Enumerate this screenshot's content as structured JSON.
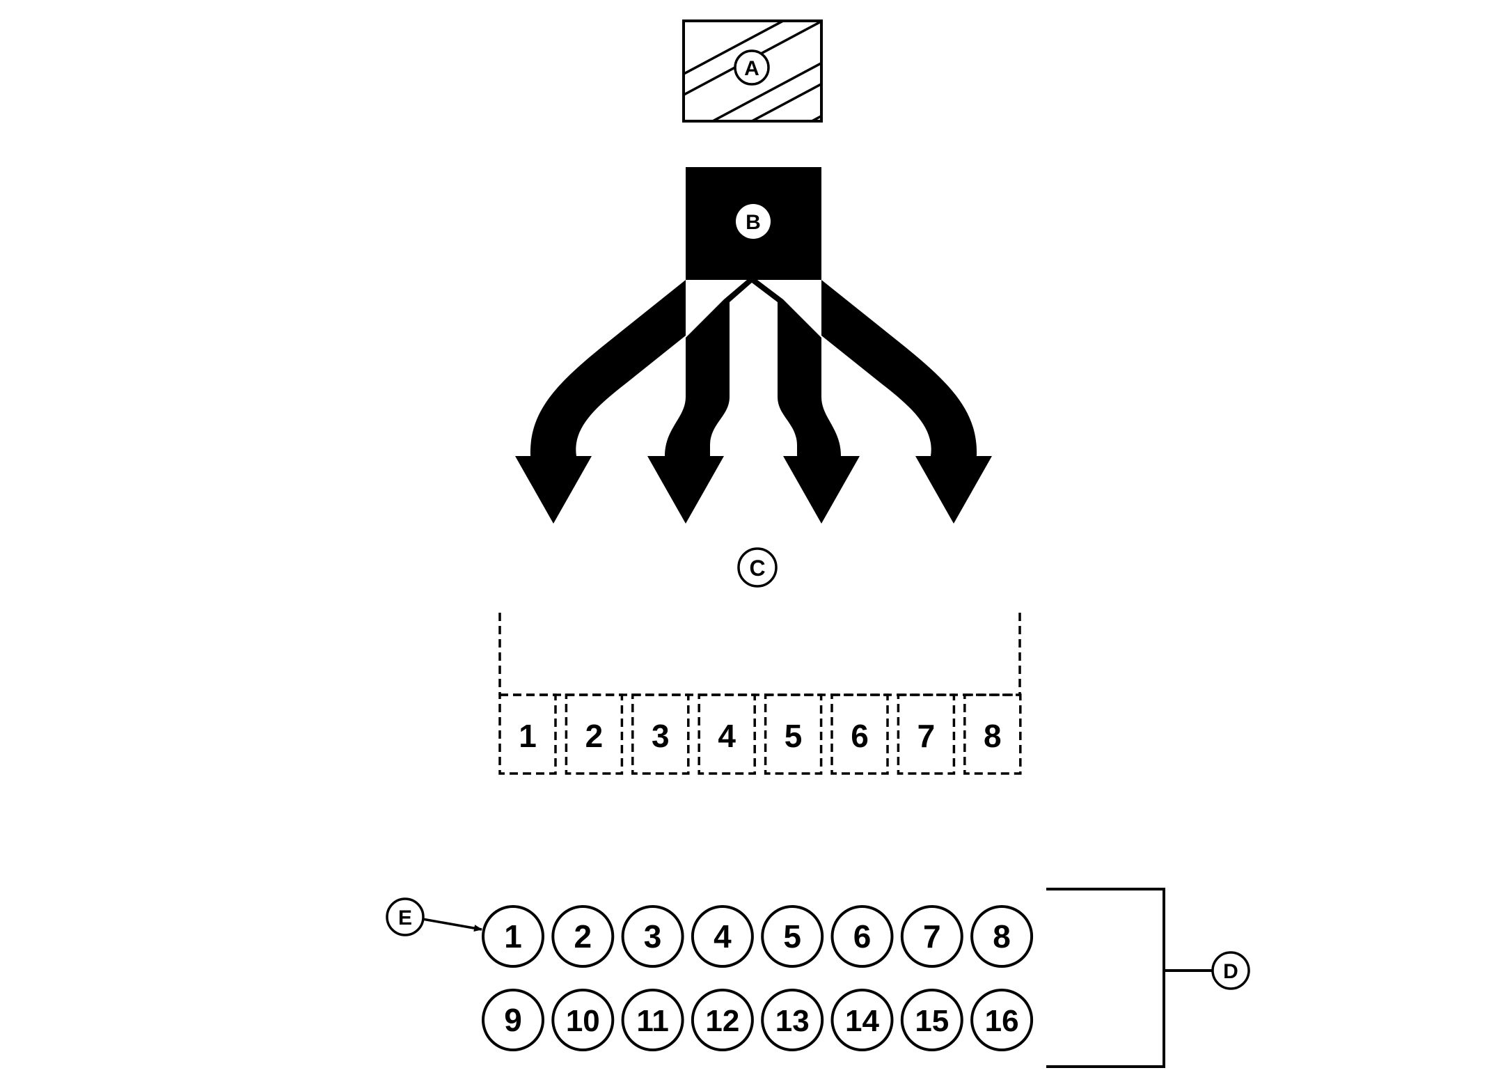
{
  "callouts": {
    "a": "A",
    "b": "B",
    "c": "C",
    "d": "D",
    "e": "E"
  },
  "slots": [
    "1",
    "2",
    "3",
    "4",
    "5",
    "6",
    "7",
    "8"
  ],
  "circles": {
    "row1": [
      "1",
      "2",
      "3",
      "4",
      "5",
      "6",
      "7",
      "8"
    ],
    "row2": [
      "9",
      "10",
      "11",
      "12",
      "13",
      "14",
      "15",
      "16"
    ]
  }
}
